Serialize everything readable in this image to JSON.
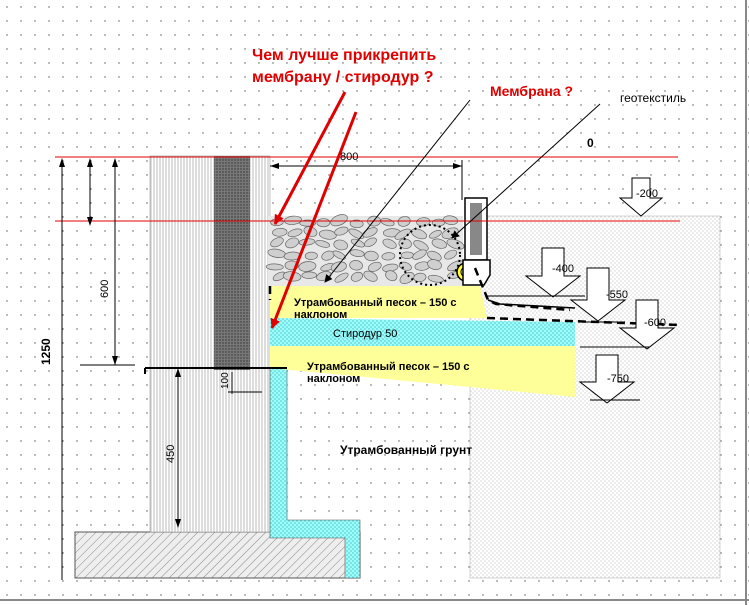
{
  "question": {
    "line1": "Чем лучше прикрепить",
    "line2": "мембрану / стиродур ?"
  },
  "labels": {
    "membrane": "Мембрана ?",
    "geotextile": "геотекстиль",
    "sand_1": "Утрамбованный песок – 150 с",
    "sand_1_cont": "наклоном",
    "styrodur": "Стиродур 50",
    "sand_2": "Утрамбованный песок – 150 с",
    "sand_2_cont": "наклоном",
    "soil": "Утрамбованный грунт"
  },
  "dimensions": {
    "total_height": "1250",
    "mid_height": "600",
    "width_top": "800",
    "wall_gap": "100",
    "footing_height": "450"
  },
  "levels": {
    "zero": "0",
    "l200": "-200",
    "l400": "-400",
    "l550": "-550",
    "l600": "-600",
    "l750": "-750"
  },
  "colors": {
    "annotation_red": "#e00000",
    "sand_yellow": "#ffff99",
    "styrodur_cyan": "#99ffff",
    "membrane_line": "#000000"
  }
}
